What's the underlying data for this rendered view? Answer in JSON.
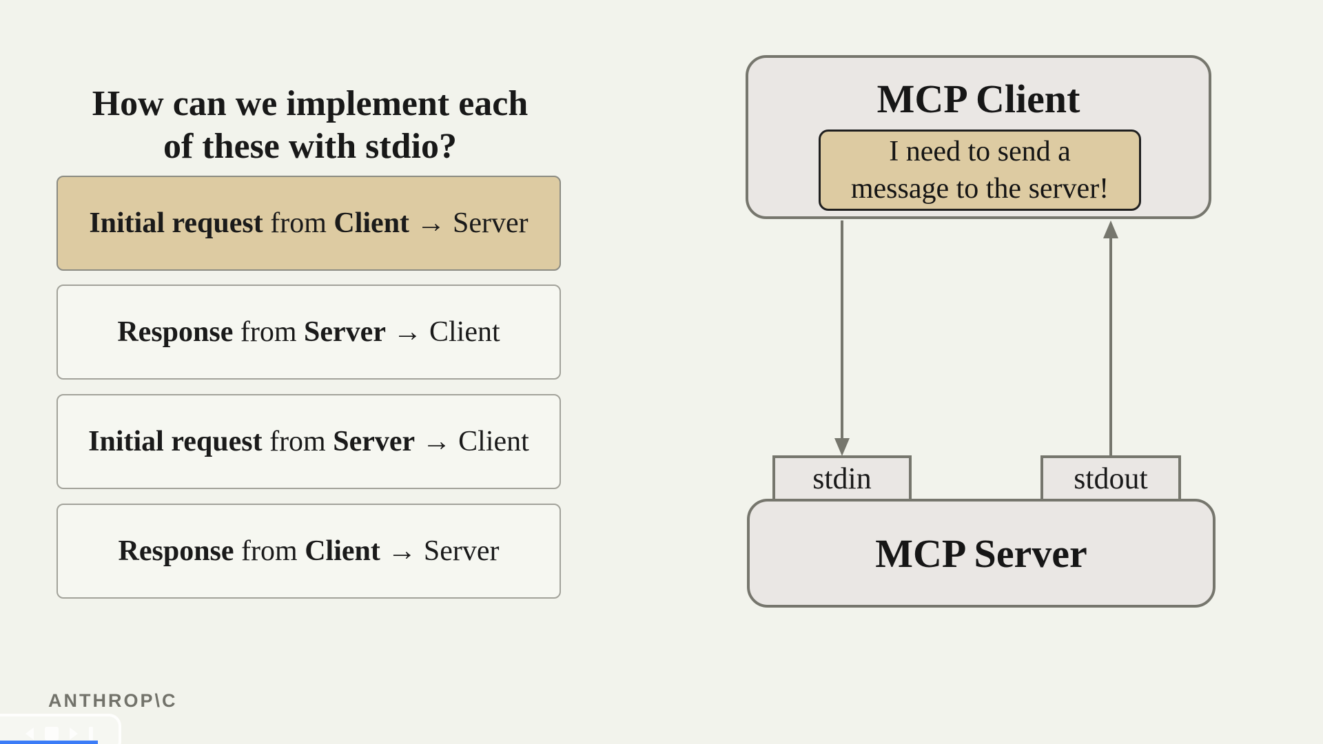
{
  "title": {
    "line1": "How can we implement each",
    "line2": "of these with stdio?"
  },
  "steps": [
    {
      "bold1": "Initial request",
      "mid": " from ",
      "bold2": "Client",
      "tail": " → Server",
      "highlighted": true
    },
    {
      "bold1": "Response",
      "mid": " from ",
      "bold2": "Server",
      "tail": " → Client",
      "highlighted": false
    },
    {
      "bold1": "Initial request",
      "mid": " from ",
      "bold2": "Server",
      "tail": " → Client",
      "highlighted": false
    },
    {
      "bold1": "Response",
      "mid": " from ",
      "bold2": "Client",
      "tail": " → Server",
      "highlighted": false
    }
  ],
  "diagram": {
    "client_title": "MCP Client",
    "thought_line1": "I need to send a",
    "thought_line2": "message to the server!",
    "stdin_label": "stdin",
    "stdout_label": "stdout",
    "server_title": "MCP Server"
  },
  "footer": {
    "logo_text": "ANTHROP\\C"
  },
  "colors": {
    "background": "#f2f3ec",
    "highlight_tan": "#ddcba2",
    "box_gray_fill": "#eae7e4",
    "box_gray_border": "#76766d",
    "plain_box_border": "#a2a29a",
    "text": "#1a1a1a",
    "logo_gray": "#72726a",
    "progress_blue": "#3b7cf7"
  }
}
